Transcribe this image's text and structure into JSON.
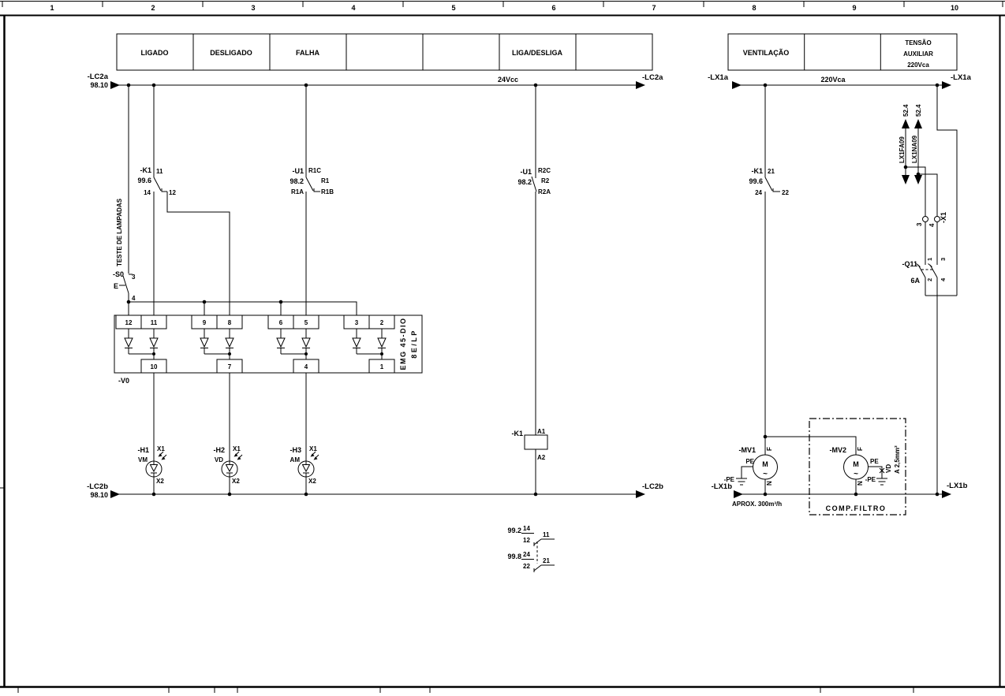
{
  "ruler": {
    "cols": [
      "1",
      "2",
      "3",
      "4",
      "5",
      "6",
      "7",
      "8",
      "9",
      "10"
    ]
  },
  "headers": {
    "left": [
      "LIGADO",
      "DESLIGADO",
      "FALHA",
      "",
      "",
      "LIGA/DESLIGA",
      ""
    ],
    "right": [
      "VENTILAÇÃO",
      ""
    ],
    "aux": [
      "TENSÃO",
      "AUXILIAR",
      "220Vca"
    ]
  },
  "buses": {
    "lc2a": {
      "label": "-LC2a",
      "ref": "98.10",
      "volt": "24Vcc",
      "end": "-LC2a"
    },
    "lx1a": {
      "label": "-LX1a",
      "volt": "220Vca",
      "end": "-LX1a"
    },
    "lc2b": {
      "label": "-LC2b",
      "ref": "98.10",
      "end": "-LC2b"
    },
    "lx1b": {
      "label": "-LX1b",
      "end": "-LX1b",
      "note": "APROX. 300m³/h"
    }
  },
  "s0": {
    "tag": "-S0",
    "act": "E",
    "t1": "3",
    "t2": "4",
    "note": "TESTE DE LAMPADAS"
  },
  "k1a": {
    "tag": "-K1",
    "ref": "99.6",
    "c": "11",
    "no": "14",
    "nc": "12"
  },
  "u1r1": {
    "tag": "-U1",
    "ref": "98.2",
    "c": "R1C",
    "mid": "R1",
    "a": "R1A",
    "b": "R1B"
  },
  "u1r2": {
    "tag": "-U1",
    "ref": "98.2",
    "c": "R2C",
    "mid": "R2",
    "a": "R2A"
  },
  "k1coil": {
    "tag": "-K1",
    "a1": "A1",
    "a2": "A2"
  },
  "xref": {
    "r1": {
      "sheet": "99.2",
      "t": "14",
      "b": "12",
      "c": "11"
    },
    "r2": {
      "sheet": "99.8",
      "t": "24",
      "b": "22",
      "c": "21"
    }
  },
  "v0": {
    "tag": "-V0",
    "type": "EMG 45-DIO",
    "sub": "8E/LP",
    "top": [
      "12",
      "11",
      "9",
      "8",
      "6",
      "5",
      "3",
      "2"
    ],
    "bot": [
      "10",
      "7",
      "4",
      "1"
    ]
  },
  "lamps": [
    {
      "tag": "-H1",
      "color": "VM",
      "x1": "X1",
      "x2": "X2"
    },
    {
      "tag": "-H2",
      "color": "VD",
      "x1": "X1",
      "x2": "X2"
    },
    {
      "tag": "-H3",
      "color": "AM",
      "x1": "X1",
      "x2": "X2"
    }
  ],
  "k1b": {
    "tag": "-K1",
    "ref": "99.6",
    "c": "21",
    "no": "24",
    "nc": "22"
  },
  "mv1": {
    "tag": "-MV1",
    "m": "M",
    "ac": "~",
    "f": "F",
    "n": "N",
    "pe": "PE",
    "gnd": "-PE"
  },
  "mv2": {
    "tag": "-MV2",
    "m": "M",
    "ac": "~",
    "f": "F",
    "n": "N",
    "pe": "PE",
    "gnd": "-PE",
    "wcolor": "VD",
    "wsize": "A 2,5mm²"
  },
  "filter_box": {
    "label": "COMP.FILTRO"
  },
  "feeds": {
    "w1": {
      "name": "LX1FA09",
      "dest": "52.4"
    },
    "w2": {
      "name": "LX1NA09",
      "dest": "52.4"
    }
  },
  "x1": {
    "tag": "-X1",
    "t3": "3",
    "t4": "4"
  },
  "q11": {
    "tag": "-Q11",
    "rating": "6A",
    "p1t": "1",
    "p1b": "2",
    "p2t": "3",
    "p2b": "4"
  }
}
